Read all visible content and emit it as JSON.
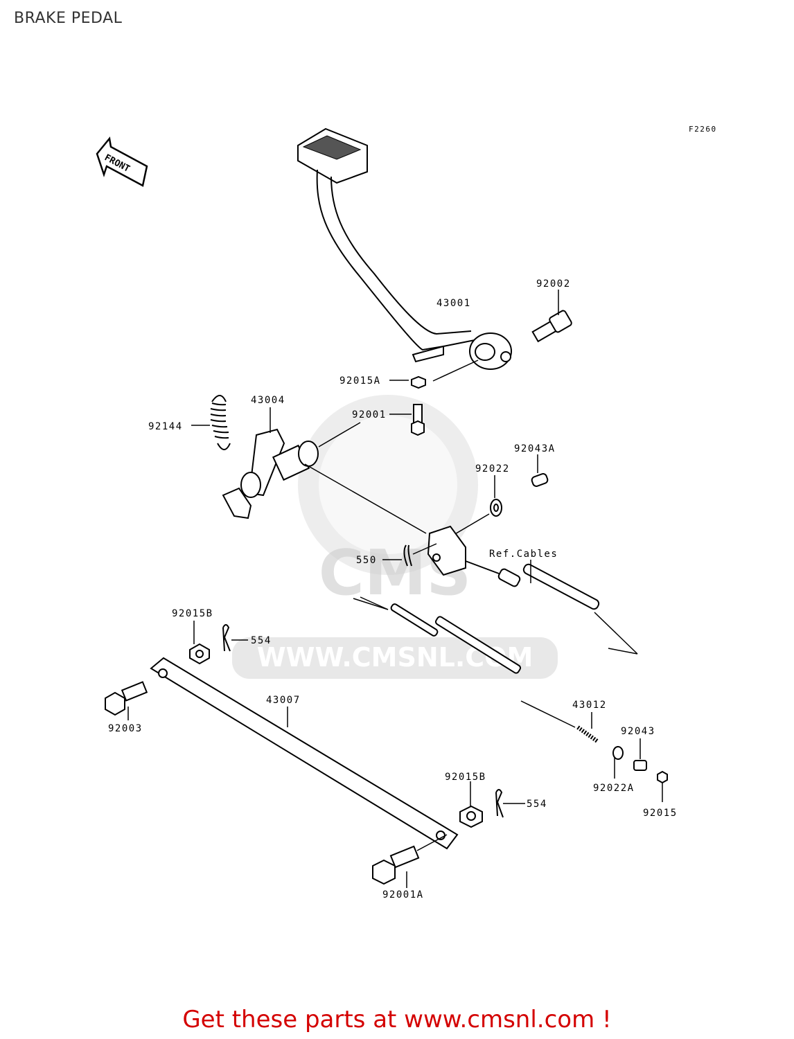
{
  "header": {
    "title": "BRAKE PEDAL"
  },
  "diagram": {
    "code": "F2260",
    "front_label": "FRONT",
    "watermark_text": "WWW.CMSNL.COM",
    "watermark_logo": "CMS",
    "parts": [
      {
        "id": "92002",
        "label": "92002"
      },
      {
        "id": "43001",
        "label": "43001"
      },
      {
        "id": "92015A",
        "label": "92015A"
      },
      {
        "id": "92001",
        "label": "92001"
      },
      {
        "id": "43004",
        "label": "43004"
      },
      {
        "id": "92144",
        "label": "92144"
      },
      {
        "id": "92043A",
        "label": "92043A"
      },
      {
        "id": "92022",
        "label": "92022"
      },
      {
        "id": "550",
        "label": "550"
      },
      {
        "id": "ref-cables",
        "label": "Ref.Cables"
      },
      {
        "id": "92015B-top",
        "label": "92015B"
      },
      {
        "id": "554-top",
        "label": "554"
      },
      {
        "id": "43007",
        "label": "43007"
      },
      {
        "id": "92003",
        "label": "92003"
      },
      {
        "id": "43012",
        "label": "43012"
      },
      {
        "id": "92043",
        "label": "92043"
      },
      {
        "id": "92022A",
        "label": "92022A"
      },
      {
        "id": "92015B-bottom",
        "label": "92015B"
      },
      {
        "id": "554-bottom",
        "label": "554"
      },
      {
        "id": "92015",
        "label": "92015"
      },
      {
        "id": "92001A",
        "label": "92001A"
      }
    ]
  },
  "cta": {
    "text": "Get these parts at www.cmsnl.com !"
  },
  "colors": {
    "cta": "#d40000",
    "title": "#333333",
    "watermark": "#cccccc"
  }
}
